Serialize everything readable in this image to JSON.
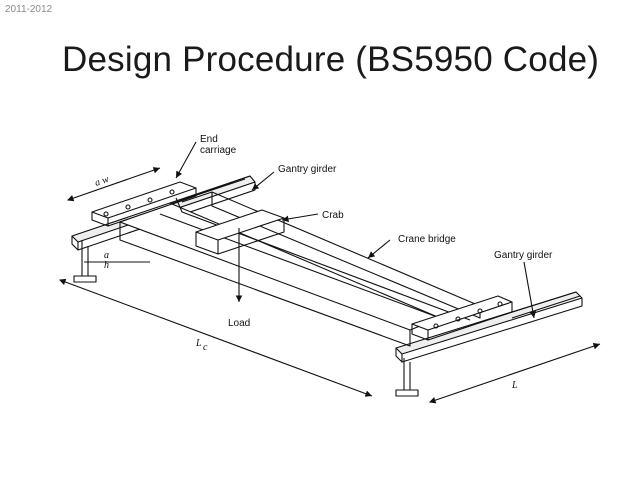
{
  "header": {
    "year_tag": "2011-2012",
    "title": "Design Procedure (BS5950 Code)"
  },
  "diagram": {
    "labels": {
      "end_carriage_1": "End",
      "end_carriage_2": "carriage",
      "gantry_girder_top": "Gantry girder",
      "crab": "Crab",
      "crane_bridge": "Crane bridge",
      "gantry_girder_right": "Gantry girder",
      "load": "Load"
    },
    "dimensions": {
      "aw": "a w",
      "ah_a": "a",
      "ah_h": "h",
      "lc_L": "L",
      "lc_sub": "c",
      "L": "L"
    }
  }
}
